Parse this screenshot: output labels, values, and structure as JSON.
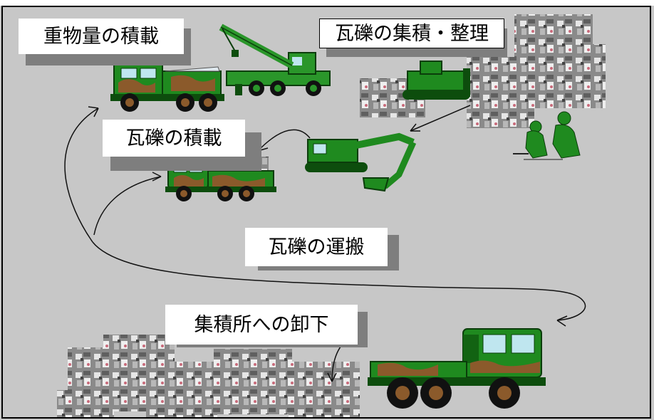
{
  "labels": {
    "heavy_loading": "重物量の積載",
    "debris_collection": "瓦礫の集積・整理",
    "debris_loading": "瓦礫の積載",
    "debris_transport": "瓦礫の運搬",
    "unloading_at_site": "集積所への卸下"
  },
  "colors": {
    "background": "#c7c7c7",
    "vehicle_green": "#1f8a1f",
    "camo_brown": "#8b5a2b",
    "dark_green": "#0d4d0d",
    "label_shadow": "#7e7e7e",
    "debris_gray": "#9a9a9a"
  },
  "icons": [
    "camouflage-truck-icon",
    "mobile-crane-icon",
    "bulldozer-icon",
    "hydraulic-excavator-icon",
    "soldiers-icon",
    "rubble-icon",
    "flow-arrow-icon"
  ]
}
